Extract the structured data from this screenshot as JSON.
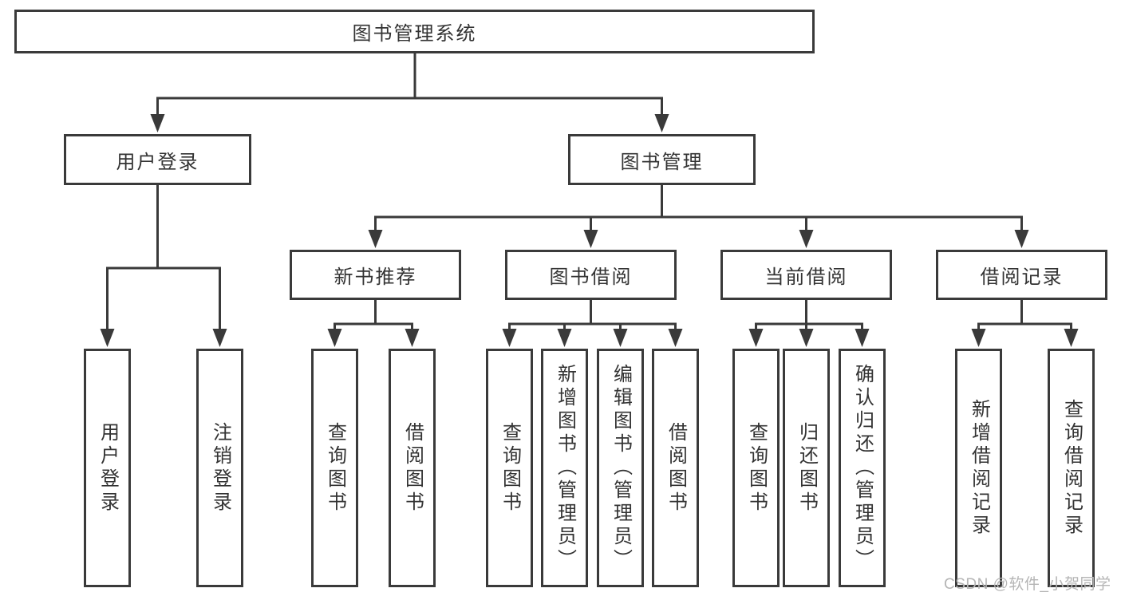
{
  "diagram": {
    "colors": {
      "line": "#3a3a3a",
      "box_border": "#3a3a3a",
      "text": "#333333",
      "watermark": "#b5b5b5",
      "background": "#ffffff"
    },
    "root": {
      "label": "图书管理系统"
    },
    "level2": [
      {
        "label": "用户登录"
      },
      {
        "label": "图书管理"
      }
    ],
    "level3": [
      {
        "label": "新书推荐",
        "parent": "图书管理"
      },
      {
        "label": "图书借阅",
        "parent": "图书管理"
      },
      {
        "label": "当前借阅",
        "parent": "图书管理"
      },
      {
        "label": "借阅记录",
        "parent": "图书管理"
      }
    ],
    "leaves": [
      {
        "label": "用户登录",
        "parent": "用户登录"
      },
      {
        "label": "注销登录",
        "parent": "用户登录"
      },
      {
        "label": "查询图书",
        "parent": "新书推荐"
      },
      {
        "label": "借阅图书",
        "parent": "新书推荐"
      },
      {
        "label": "查询图书",
        "parent": "图书借阅"
      },
      {
        "label": "新增图书（管理员）",
        "parent": "图书借阅"
      },
      {
        "label": "编辑图书（管理员）",
        "parent": "图书借阅"
      },
      {
        "label": "借阅图书",
        "parent": "图书借阅"
      },
      {
        "label": "查询图书",
        "parent": "当前借阅"
      },
      {
        "label": "归还图书",
        "parent": "当前借阅"
      },
      {
        "label": "确认归还（管理员）",
        "parent": "当前借阅"
      },
      {
        "label": "新增借阅记录",
        "parent": "借阅记录"
      },
      {
        "label": "查询借阅记录",
        "parent": "借阅记录"
      }
    ],
    "watermark": "CSDN @软件_小贺同学"
  }
}
